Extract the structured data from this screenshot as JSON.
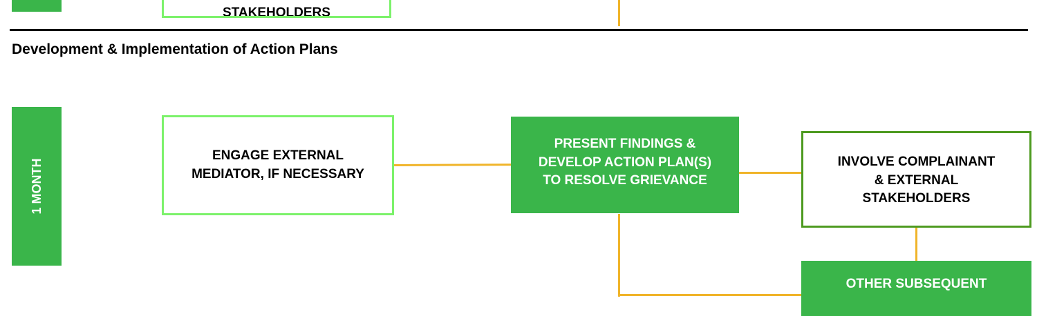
{
  "colors": {
    "green": "#3ab54a",
    "bright_green_outline": "#7cf26b",
    "olive_green_outline": "#4d9a1f",
    "connector": "#f0b429",
    "divider": "#000000",
    "text_dark": "#000000",
    "text_light": "#ffffff"
  },
  "previous_section": {
    "box_partial_label": "STAKEHOLDERS"
  },
  "section": {
    "title": "Development & Implementation of Action Plans",
    "timeframe_label": "1 MONTH"
  },
  "boxes": {
    "engage_mediator": "ENGAGE EXTERNAL\nMEDIATOR, IF NECESSARY",
    "present_findings": "PRESENT FINDINGS &\nDEVELOP ACTION PLAN(S)\nTO RESOLVE GRIEVANCE",
    "involve_complainant": "INVOLVE COMPLAINANT\n& EXTERNAL\nSTAKEHOLDERS",
    "other_subsequent": "OTHER SUBSEQUENT"
  }
}
